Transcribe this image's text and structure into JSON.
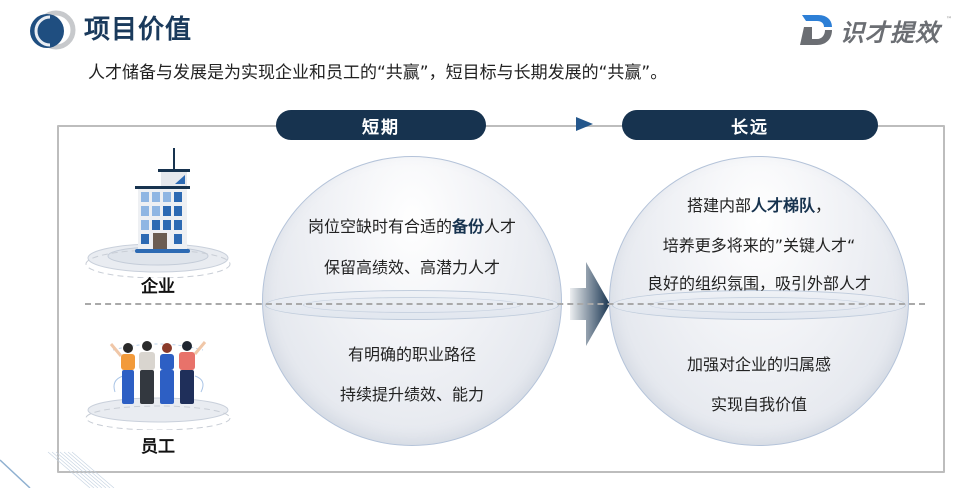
{
  "header": {
    "title": "项目价值",
    "title_icon": "double-circle-icon",
    "brand": {
      "name": "识才提效",
      "tm": "™",
      "logo_icon": "d-logo-icon",
      "accent_color": "#2d7fd6",
      "text_color": "#6b6e73"
    }
  },
  "subtitle": "人才储备与发展是为实现企业和员工的“共赢”，短目标与长期发展的“共赢”。",
  "timeline": {
    "stages": [
      {
        "label": "短期"
      },
      {
        "label": "长远"
      }
    ],
    "arrow_icon": "play-arrow-icon",
    "pill_color": "#17334f",
    "arrow_color": "#24578c"
  },
  "rows": {
    "enterprise": {
      "label": "企业",
      "icon": "office-building-icon"
    },
    "employee": {
      "label": "员工",
      "icon": "team-people-icon"
    }
  },
  "short_term": {
    "enterprise": [
      {
        "prefix": "岗位空缺时有合适的",
        "highlight": "备份",
        "suffix": "人才"
      },
      {
        "prefix": "保留高绩效、高潜力人才",
        "highlight": "",
        "suffix": ""
      }
    ],
    "employee": [
      "有明确的职业路径",
      "持续提升绩效、能力"
    ]
  },
  "long_term": {
    "enterprise": [
      {
        "prefix": "搭建内部",
        "highlight": "人才梯队",
        "suffix": "，"
      },
      {
        "prefix": "培养更多将来的”关键人才“",
        "highlight": "",
        "suffix": ""
      },
      {
        "prefix": "良好的组织氛围，吸引外部人才",
        "highlight": "",
        "suffix": ""
      }
    ],
    "employee": [
      "加强对企业的归属感",
      "实现自我价值"
    ]
  },
  "transition_arrow_icon": "big-right-arrow-icon"
}
